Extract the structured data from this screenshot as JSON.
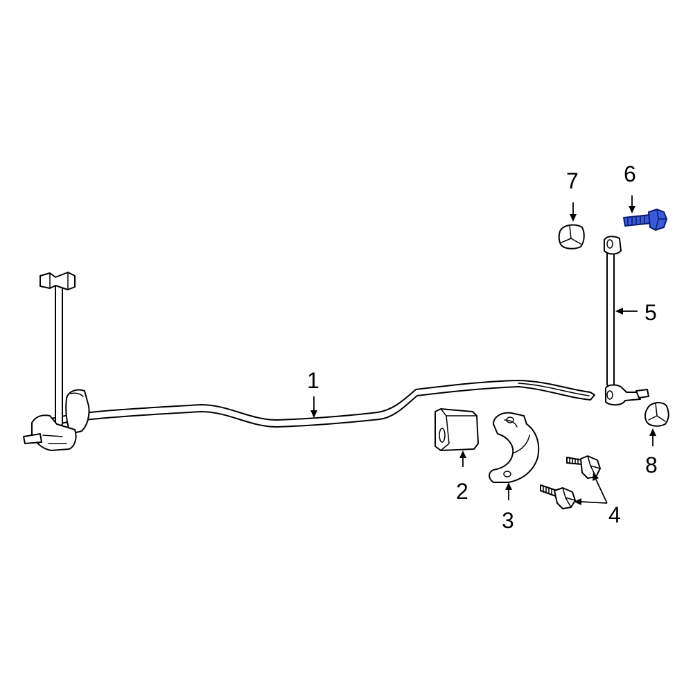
{
  "callouts": [
    {
      "id": "1",
      "label": "1"
    },
    {
      "id": "2",
      "label": "2"
    },
    {
      "id": "3",
      "label": "3"
    },
    {
      "id": "4",
      "label": "4"
    },
    {
      "id": "5",
      "label": "5"
    },
    {
      "id": "6",
      "label": "6"
    },
    {
      "id": "7",
      "label": "7"
    },
    {
      "id": "8",
      "label": "8"
    }
  ],
  "colors": {
    "highlight": "#3b5bd6",
    "highlight_outline": "#0b1a73",
    "line": "#000000",
    "background": "#ffffff"
  },
  "highlighted_part": "6"
}
